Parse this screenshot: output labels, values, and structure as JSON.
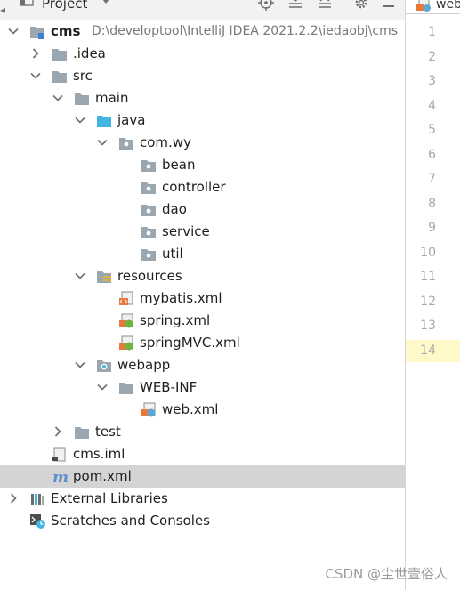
{
  "project_panel": {
    "title": "Project",
    "tools": [
      "locate-icon",
      "collapse-all-icon",
      "expand-all-icon",
      "gear-icon"
    ]
  },
  "tree": [
    {
      "label": "cms",
      "path": "D:\\developtool\\IntelliJ IDEA 2021.2.2\\iedaobj\\cms",
      "icon": "module-folder-icon",
      "expanded": true,
      "bold": true
    },
    {
      "label": ".idea",
      "icon": "folder-icon",
      "expanded": false
    },
    {
      "label": "src",
      "icon": "folder-icon",
      "expanded": true
    },
    {
      "label": "main",
      "icon": "folder-icon",
      "expanded": true
    },
    {
      "label": "java",
      "icon": "source-root-folder-icon",
      "expanded": true
    },
    {
      "label": "com.wy",
      "icon": "package-icon",
      "expanded": true
    },
    {
      "label": "bean",
      "icon": "package-icon"
    },
    {
      "label": "controller",
      "icon": "package-icon"
    },
    {
      "label": "dao",
      "icon": "package-icon"
    },
    {
      "label": "service",
      "icon": "package-icon"
    },
    {
      "label": "util",
      "icon": "package-icon"
    },
    {
      "label": "resources",
      "icon": "resources-folder-icon",
      "expanded": true
    },
    {
      "label": "mybatis.xml",
      "icon": "xml-file-icon"
    },
    {
      "label": "spring.xml",
      "icon": "spring-xml-icon"
    },
    {
      "label": "springMVC.xml",
      "icon": "spring-xml-icon"
    },
    {
      "label": "webapp",
      "icon": "web-folder-icon",
      "expanded": true
    },
    {
      "label": "WEB-INF",
      "icon": "folder-icon",
      "expanded": true
    },
    {
      "label": "web.xml",
      "icon": "web-xml-icon"
    },
    {
      "label": "test",
      "icon": "folder-icon",
      "expanded": false
    },
    {
      "label": "cms.iml",
      "icon": "iml-file-icon"
    },
    {
      "label": "pom.xml",
      "icon": "maven-icon",
      "selected": true
    },
    {
      "label": "External Libraries",
      "icon": "libraries-icon",
      "expanded": false
    },
    {
      "label": "Scratches and Consoles",
      "icon": "scratches-icon"
    }
  ],
  "editor": {
    "tab_label": "web",
    "line_numbers": [
      "1",
      "2",
      "3",
      "4",
      "5",
      "6",
      "7",
      "8",
      "9",
      "10",
      "11",
      "12",
      "13",
      "14"
    ],
    "current_line": "14"
  },
  "watermark": "CSDN @尘世壹俗人",
  "colors": {
    "folder": "#9aa7b0",
    "source_root": "#40b6e0",
    "selection": "#d4d4d4",
    "current_line": "#fff8c9"
  }
}
